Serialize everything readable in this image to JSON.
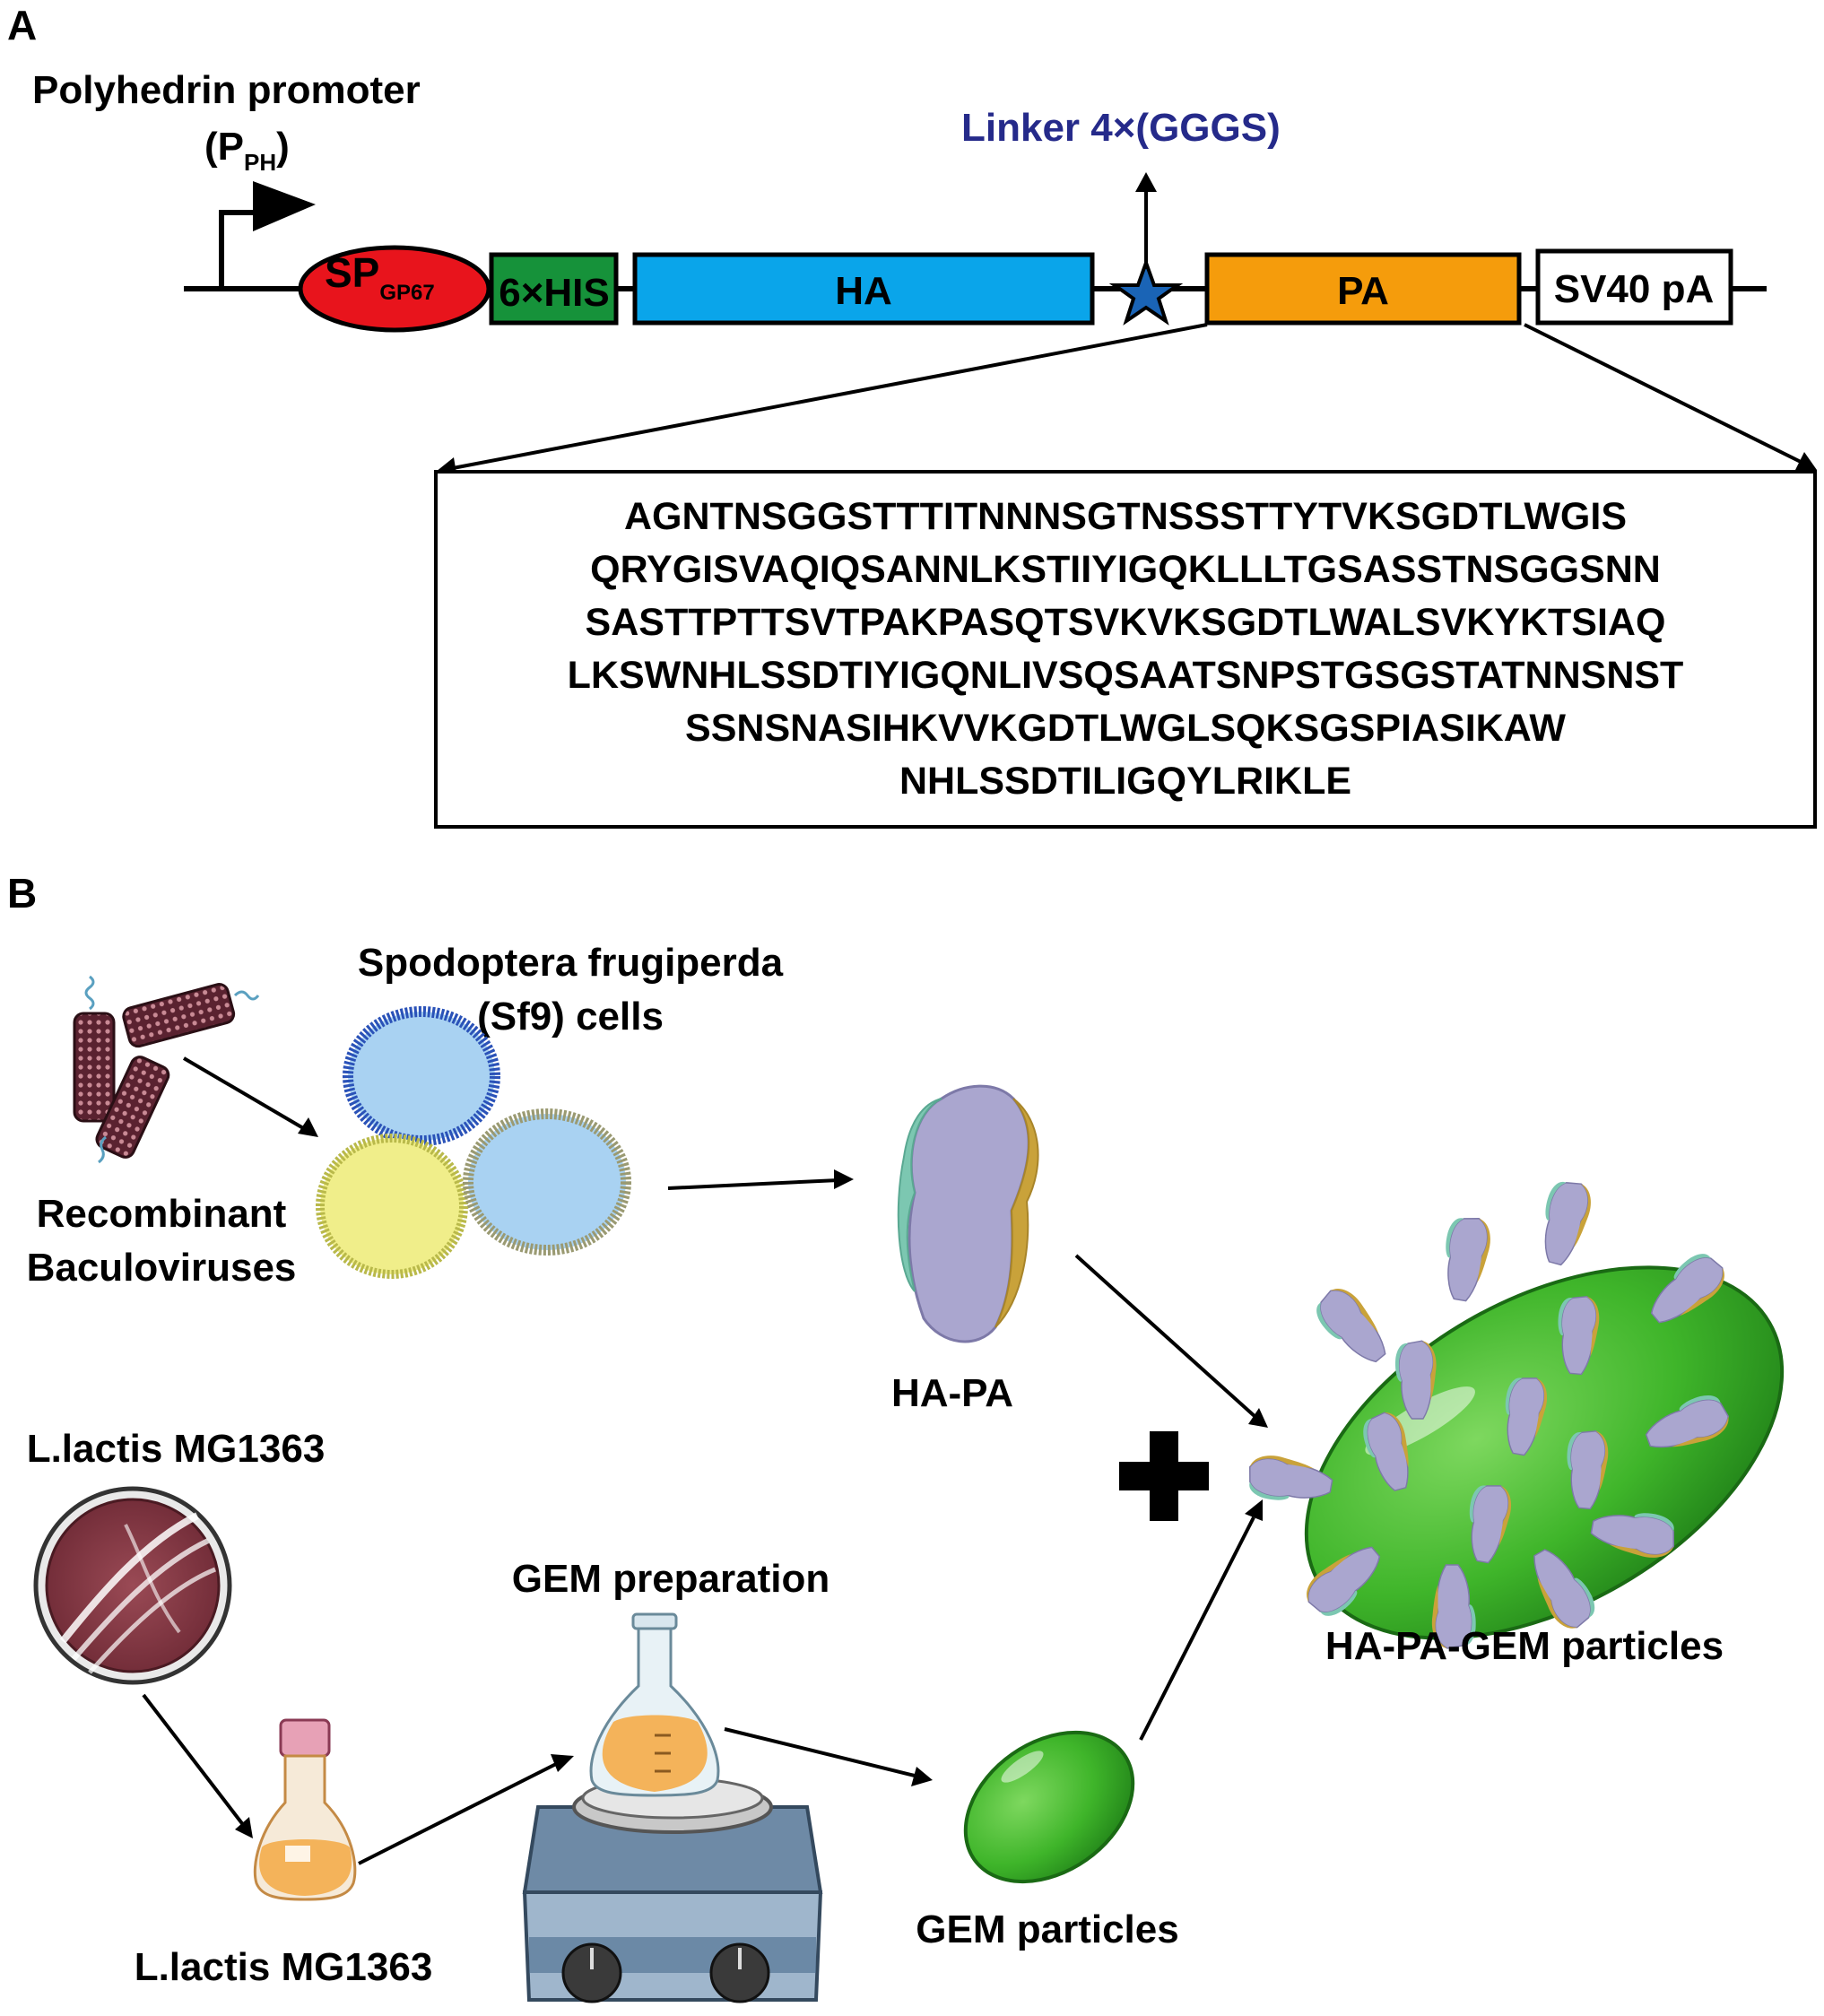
{
  "panel_a": {
    "label": "A",
    "promoter": {
      "name": "Polyhedrin promoter",
      "abbr_open": "(P",
      "abbr_sub": "PH",
      "abbr_close": ")"
    },
    "linker_label": "Linker 4×(GGGS)",
    "segments": {
      "sp": {
        "main": "SP",
        "sub": "GP67"
      },
      "his": "6×HIS",
      "ha": "HA",
      "pa": "PA",
      "sv40": "SV40 pA"
    },
    "sequence_lines": [
      "AGNTNSGGSTTTITNNNSGTNSSSTTYTVKSGDTLWGIS",
      "QRYGISVAQIQSANNLKSTIIYIGQKLLLTGSASSTNSGGSNN",
      "SASTTPTTSVTPAKPASQTSVKVKSGDTLWALSVKYKTSIAQ",
      "LKSWNHLSSDTIYIGQNLIVSQSAATSNPSTGSGSTATNNSNST",
      "SSNSNASIHKVVKGDTLWGLSQKSGSPIASIKAW",
      "NHLSSDTILIGQYLRIKLE"
    ],
    "colors": {
      "sp": "#e8141c",
      "his": "#16923a",
      "ha": "#0aa5ea",
      "pa": "#f59c0c",
      "linker_star": "#1a64b6",
      "linker_text": "#252a8a"
    }
  },
  "panel_b": {
    "label": "B",
    "sf9_label": [
      "Spodoptera frugiperda",
      "(Sf9) cells"
    ],
    "baculo_label": [
      "Recombinant",
      "Baculoviruses"
    ],
    "hapa_label": "HA-PA",
    "lactis_top_label": "L.lactis MG1363",
    "lactis_bottom_label": "L.lactis MG1363",
    "gem_prep_label": "GEM preparation",
    "gem_particles_label": "GEM particles",
    "hapagem_label": "HA-PA-GEM particles",
    "colors": {
      "gem_green": "#3fb52a",
      "protein_lavender": "#aaa6cf",
      "protein_teal": "#7cc7b1",
      "protein_gold": "#c9a23a",
      "cell_blue": "#a9d2f2",
      "cell_yellow": "#f0ee8a",
      "plate_maroon": "#8a3a44",
      "culture_orange": "#f4b35a"
    }
  }
}
